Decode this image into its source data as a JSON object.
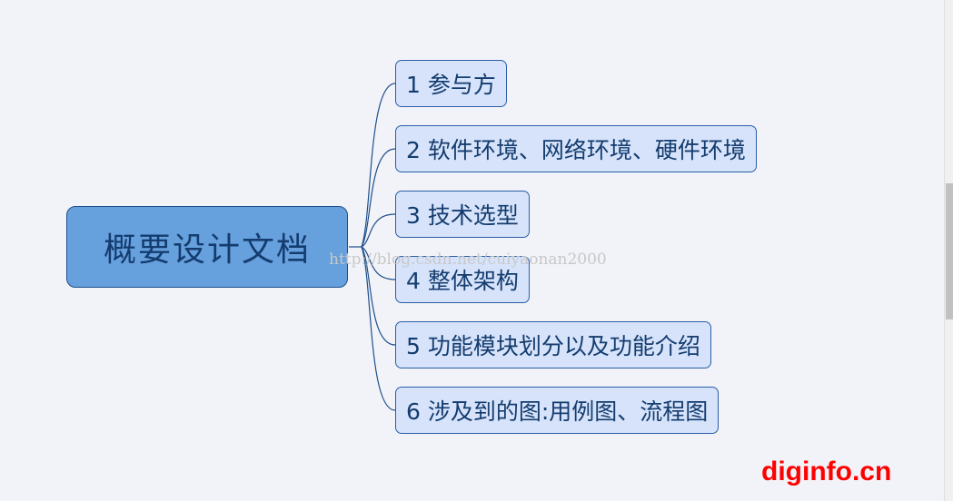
{
  "root": {
    "label": "概要设计文档"
  },
  "children": [
    {
      "label": "1 参与方"
    },
    {
      "label": "2 软件环境、网络环境、硬件环境"
    },
    {
      "label": "3 技术选型"
    },
    {
      "label": "4 整体架构"
    },
    {
      "label": "5 功能模块划分以及功能介绍"
    },
    {
      "label": "6 涉及到的图:用例图、流程图"
    }
  ],
  "watermark": "http://blog.csdn.net/cuiyaonan2000",
  "logo": "diginfo.cn",
  "colors": {
    "root": "#66a0dd",
    "node": "#d6e3fb",
    "line": "#1d4f8c",
    "logo": "#ff0000"
  }
}
